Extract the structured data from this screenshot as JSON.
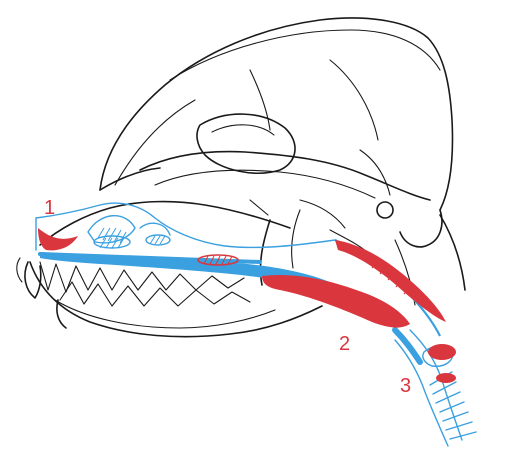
{
  "labels": {
    "one": "1",
    "two": "2",
    "three": "3"
  },
  "colors": {
    "ink": "#1a1a1a",
    "blue": "#3aa0e0",
    "red": "#d9363e",
    "background": "#ffffff"
  }
}
